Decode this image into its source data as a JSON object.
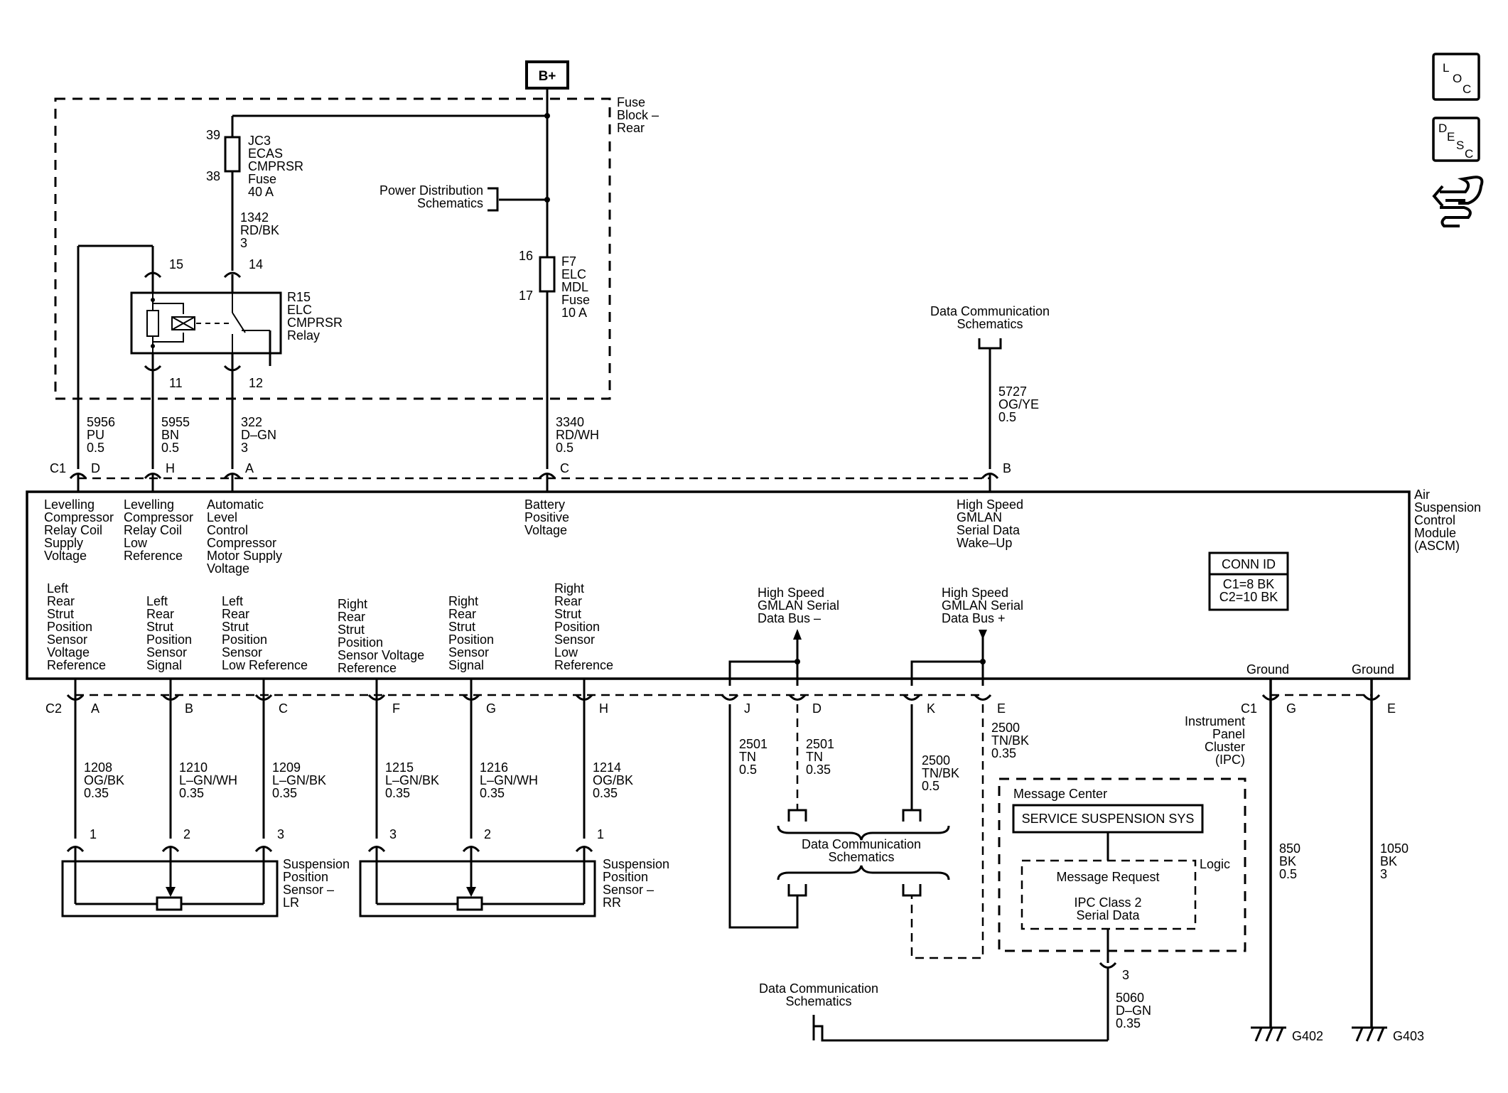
{
  "power": {
    "bplus": "B+"
  },
  "fuse_block": {
    "title": [
      "Fuse",
      "Block –",
      "Rear"
    ]
  },
  "fuse_jc3": {
    "pin_top": "39",
    "pin_bottom": "38",
    "label": [
      "JC3",
      "ECAS",
      "CMPRSR",
      "Fuse",
      "40 A"
    ]
  },
  "fuse_f7": {
    "pin_top": "16",
    "pin_bottom": "17",
    "label": [
      "F7",
      "ELC",
      "MDL",
      "Fuse",
      "10 A"
    ]
  },
  "power_distribution": [
    "Power Distribution",
    "Schematics"
  ],
  "relay": {
    "label": [
      "R15",
      "ELC",
      "CMPRSR",
      "Relay"
    ],
    "pins": {
      "coil_top": "15",
      "switch_top": "14",
      "coil_bottom": "11",
      "switch_bottom": "12"
    },
    "wire_1342": [
      "1342",
      "RD/BK",
      "3"
    ]
  },
  "data_comm_top": [
    "Data Communication",
    "Schematics"
  ],
  "wires_c1": [
    {
      "id": "w5956",
      "lines": [
        "5956",
        "PU",
        "0.5"
      ],
      "pin": "D"
    },
    {
      "id": "w5955",
      "lines": [
        "5955",
        "BN",
        "0.5"
      ],
      "pin": "H"
    },
    {
      "id": "w322",
      "lines": [
        "322",
        "D–GN",
        "3"
      ],
      "pin": "A"
    },
    {
      "id": "w3340",
      "lines": [
        "3340",
        "RD/WH",
        "0.5"
      ],
      "pin": "C"
    },
    {
      "id": "w5727",
      "lines": [
        "5727",
        "OG/YE",
        "0.5"
      ],
      "pin": "B"
    }
  ],
  "connector_c1": "C1",
  "module": {
    "name": [
      "Air",
      "Suspension",
      "Control",
      "Module",
      "(ASCM)"
    ],
    "top_functions": [
      [
        "Levelling",
        "Compressor",
        "Relay Coil",
        "Supply",
        "Voltage"
      ],
      [
        "Levelling",
        "Compressor",
        "Relay Coil",
        "Low",
        "Reference"
      ],
      [
        "Automatic",
        "Level",
        "Control",
        "Compressor",
        "Motor Supply",
        "Voltage"
      ],
      [
        "Battery",
        "Positive",
        "Voltage"
      ],
      [
        "High Speed",
        "GMLAN",
        "Serial Data",
        "Wake–Up"
      ]
    ],
    "bottom_functions": [
      [
        "Left",
        "Rear",
        "Strut",
        "Position",
        "Sensor",
        "Voltage",
        "Reference"
      ],
      [
        "Left",
        "Rear",
        "Strut",
        "Position",
        "Sensor",
        "Signal"
      ],
      [
        "Left",
        "Rear",
        "Strut",
        "Position",
        "Sensor",
        "Low Reference"
      ],
      [
        "Right",
        "Rear",
        "Strut",
        "Position",
        "Sensor Voltage",
        "Reference"
      ],
      [
        "Right",
        "Rear",
        "Strut",
        "Position",
        "Sensor",
        "Signal"
      ],
      [
        "Right",
        "Rear",
        "Strut",
        "Position",
        "Sensor",
        "Low",
        "Reference"
      ],
      [
        "High Speed",
        "GMLAN Serial",
        "Data Bus –"
      ],
      [
        "High Speed",
        "GMLAN Serial",
        "Data Bus +"
      ],
      [
        "Ground"
      ],
      [
        "Ground"
      ]
    ],
    "conn_id": {
      "title": "CONN ID",
      "c1": "C1=8 BK",
      "c2": "C2=10 BK"
    }
  },
  "connector_c2": "C2",
  "c2_pins": [
    "A",
    "B",
    "C",
    "F",
    "G",
    "H",
    "J",
    "D",
    "K",
    "E"
  ],
  "c1_ground_pins": [
    "G",
    "E"
  ],
  "wires_c2": [
    [
      "1208",
      "OG/BK",
      "0.35"
    ],
    [
      "1210",
      "L–GN/WH",
      "0.35"
    ],
    [
      "1209",
      "L–GN/BK",
      "0.35"
    ],
    [
      "1215",
      "L–GN/BK",
      "0.35"
    ],
    [
      "1216",
      "L–GN/WH",
      "0.35"
    ],
    [
      "1214",
      "OG/BK",
      "0.35"
    ]
  ],
  "gmlan_wires": {
    "j": [
      "2501",
      "TN",
      "0.5"
    ],
    "d": [
      "2501",
      "TN",
      "0.35"
    ],
    "k": [
      "2500",
      "TN/BK",
      "0.5"
    ],
    "e": [
      "2500",
      "TN/BK",
      "0.35"
    ]
  },
  "data_comm_mid": [
    "Data Communication",
    "Schematics"
  ],
  "sensor_lr": {
    "label": [
      "Suspension",
      "Position",
      "Sensor –",
      "LR"
    ],
    "pins": [
      "1",
      "2",
      "3"
    ]
  },
  "sensor_rr": {
    "label": [
      "Suspension",
      "Position",
      "Sensor –",
      "RR"
    ],
    "pins": [
      "3",
      "2",
      "1"
    ]
  },
  "ipc": {
    "connector": "C1",
    "name": [
      "Instrument",
      "Panel",
      "Cluster",
      "(IPC)"
    ],
    "message_center": "Message Center",
    "service_msg": "SERVICE SUSPENSION SYS",
    "logic": "Logic",
    "message_request": "Message Request",
    "class2": [
      "IPC Class 2",
      "Serial Data"
    ],
    "pin": "3",
    "wire_5060": [
      "5060",
      "D–GN",
      "0.35"
    ]
  },
  "data_comm_bottom": [
    "Data Communication",
    "Schematics"
  ],
  "ground_wires": [
    {
      "lines": [
        "850",
        "BK",
        "0.5"
      ],
      "ground": "G402"
    },
    {
      "lines": [
        "1050",
        "BK",
        "3"
      ],
      "ground": "G403"
    }
  ],
  "nav_icons": [
    {
      "name": "loc-icon",
      "letters": [
        "L",
        "O",
        "C"
      ]
    },
    {
      "name": "desc-icon",
      "letters": [
        "D",
        "E",
        "S",
        "C"
      ]
    },
    {
      "name": "connector-hand-icon"
    }
  ]
}
